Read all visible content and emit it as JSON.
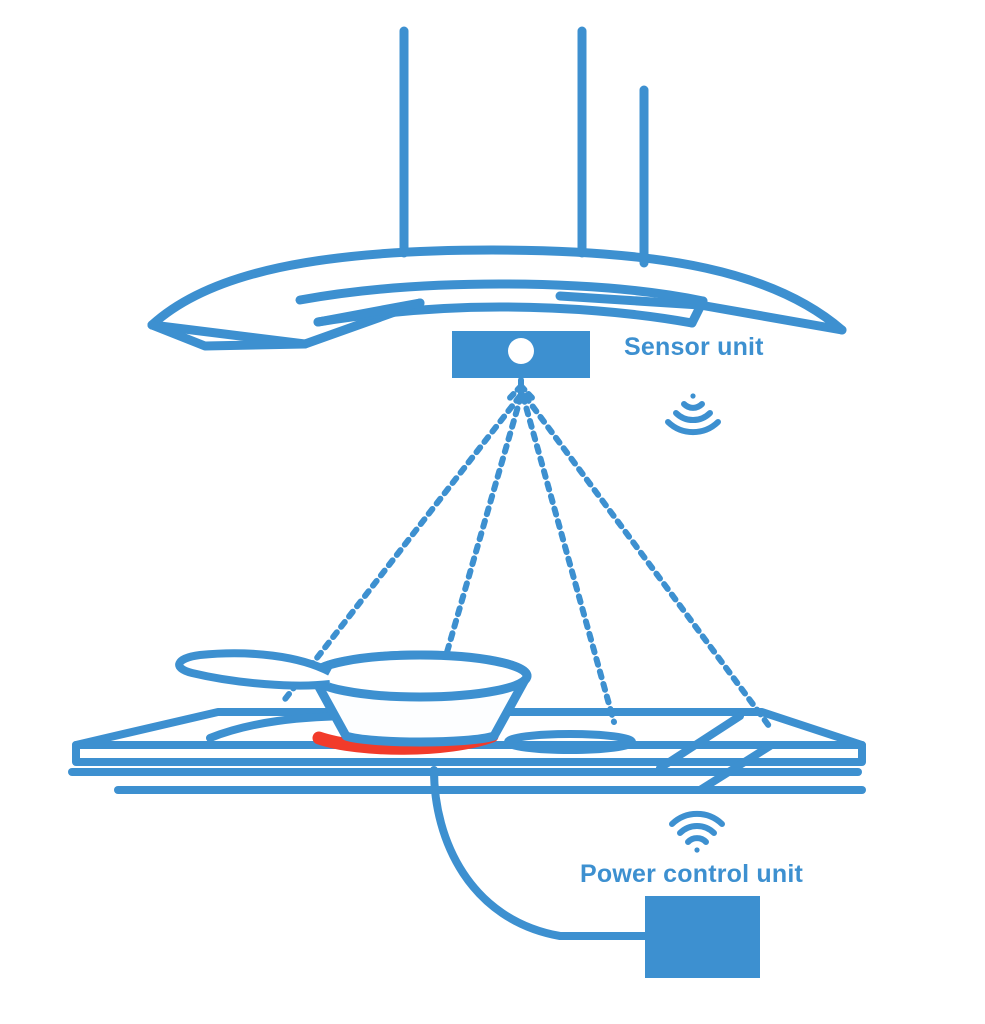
{
  "diagram": {
    "title": "Smart range hood sensor and power control unit diagram",
    "background_color": "#ffffff",
    "colors": {
      "primary_blue": "#3d90d0",
      "heat_red": "#f23b2a",
      "lens_white": "#ffffff",
      "pan_fill": "#fdfeff"
    }
  },
  "labels": {
    "sensor_unit": "Sensor unit",
    "power_control_unit": "Power control unit"
  },
  "components": {
    "range_hood": {
      "name": "range-hood",
      "chimney_pipes": 3
    },
    "sensor_unit": {
      "name": "sensor-unit",
      "has_lens": true,
      "signal_icon": "wifi-down-icon",
      "beam_count": 4
    },
    "cooktop": {
      "name": "cooktop",
      "burner_state": "hot",
      "pan_present": true
    },
    "power_control_unit": {
      "name": "power-control-unit",
      "signal_icon": "wifi-up-icon",
      "cable_connected": true
    }
  }
}
